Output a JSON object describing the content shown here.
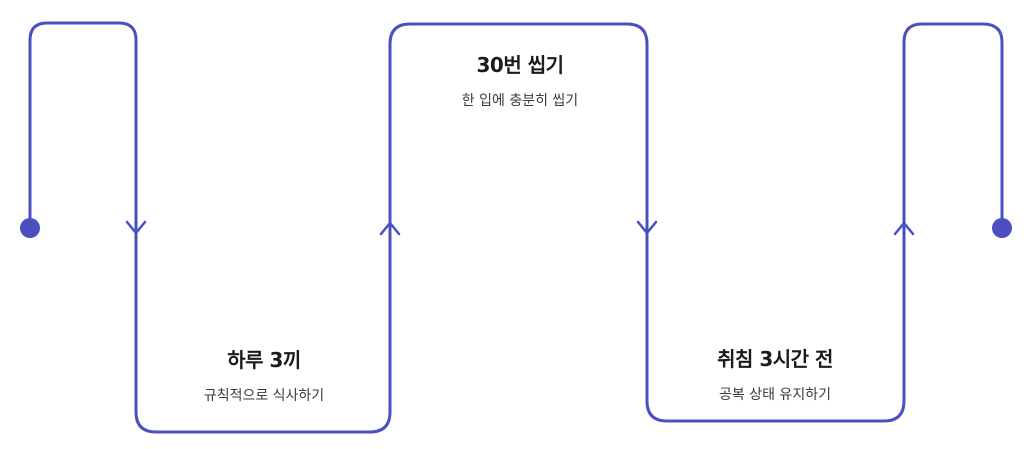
{
  "line_color": "#4b4fbf",
  "steps": [
    {
      "title": "하루 3끼",
      "description": "규칙적으로 식사하기"
    },
    {
      "title": "30번 씹기",
      "description": "한 입에 충분히 씹기"
    },
    {
      "title": "취침 3시간 전",
      "description": "공복 상태 유지하기"
    }
  ]
}
